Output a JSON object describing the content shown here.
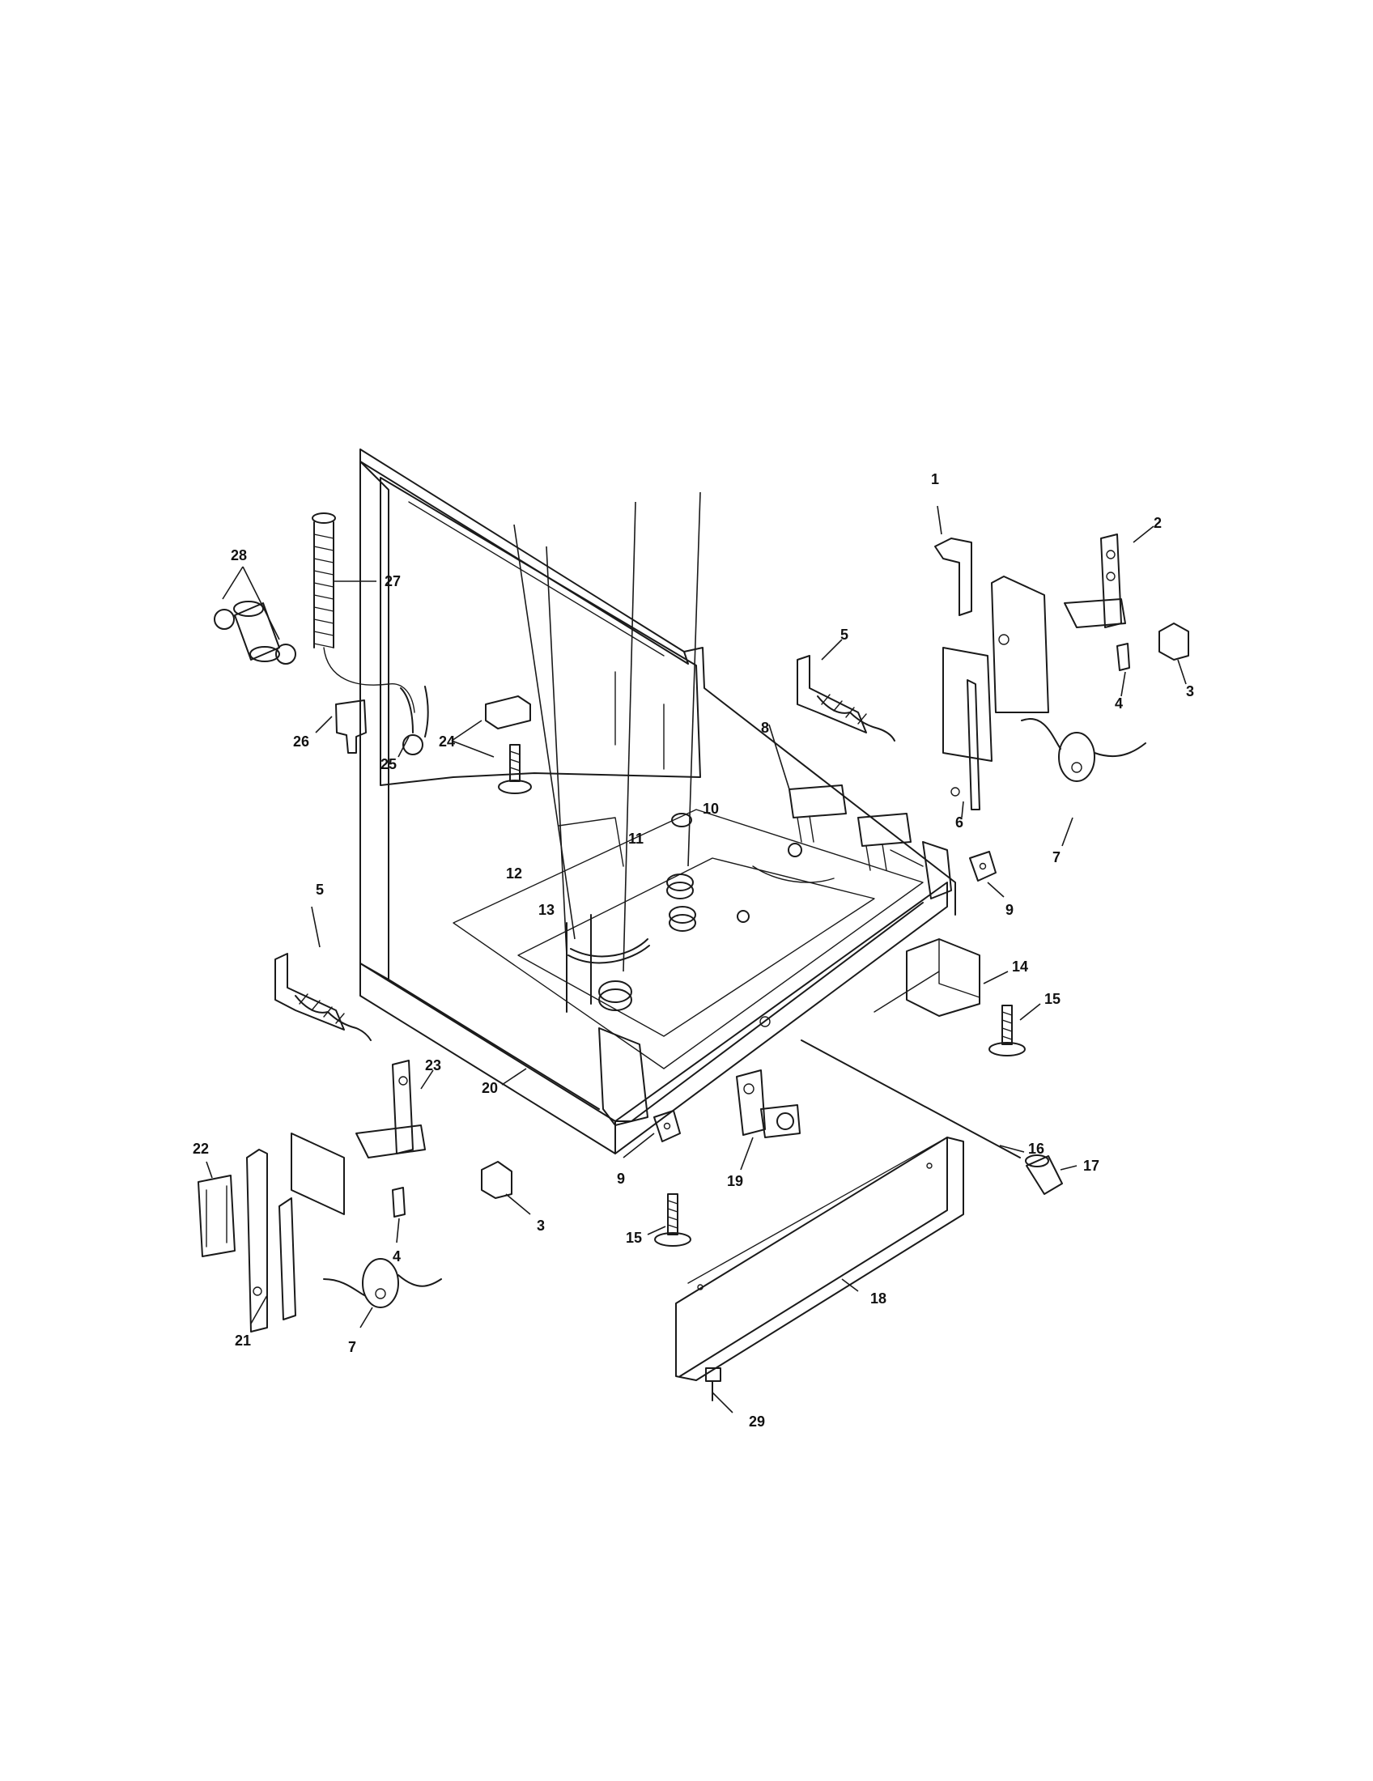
{
  "labels": {
    "l1": "1",
    "l2": "2",
    "l3a": "3",
    "l3b": "3",
    "l4a": "4",
    "l4b": "4",
    "l5a": "5",
    "l5b": "5",
    "l6": "6",
    "l7a": "7",
    "l7b": "7",
    "l8": "8",
    "l9a": "9",
    "l9b": "9",
    "l10": "10",
    "l11": "11",
    "l12": "12",
    "l13": "13",
    "l14": "14",
    "l15a": "15",
    "l15b": "15",
    "l16": "16",
    "l17": "17",
    "l18": "18",
    "l19": "19",
    "l20": "20",
    "l21": "21",
    "l22": "22",
    "l23": "23",
    "l24": "24",
    "l25": "25",
    "l26": "26",
    "l27": "27",
    "l28": "28",
    "l29": "29"
  },
  "colors": {
    "ink": "#1a1a1a",
    "paper": "#ffffff"
  }
}
